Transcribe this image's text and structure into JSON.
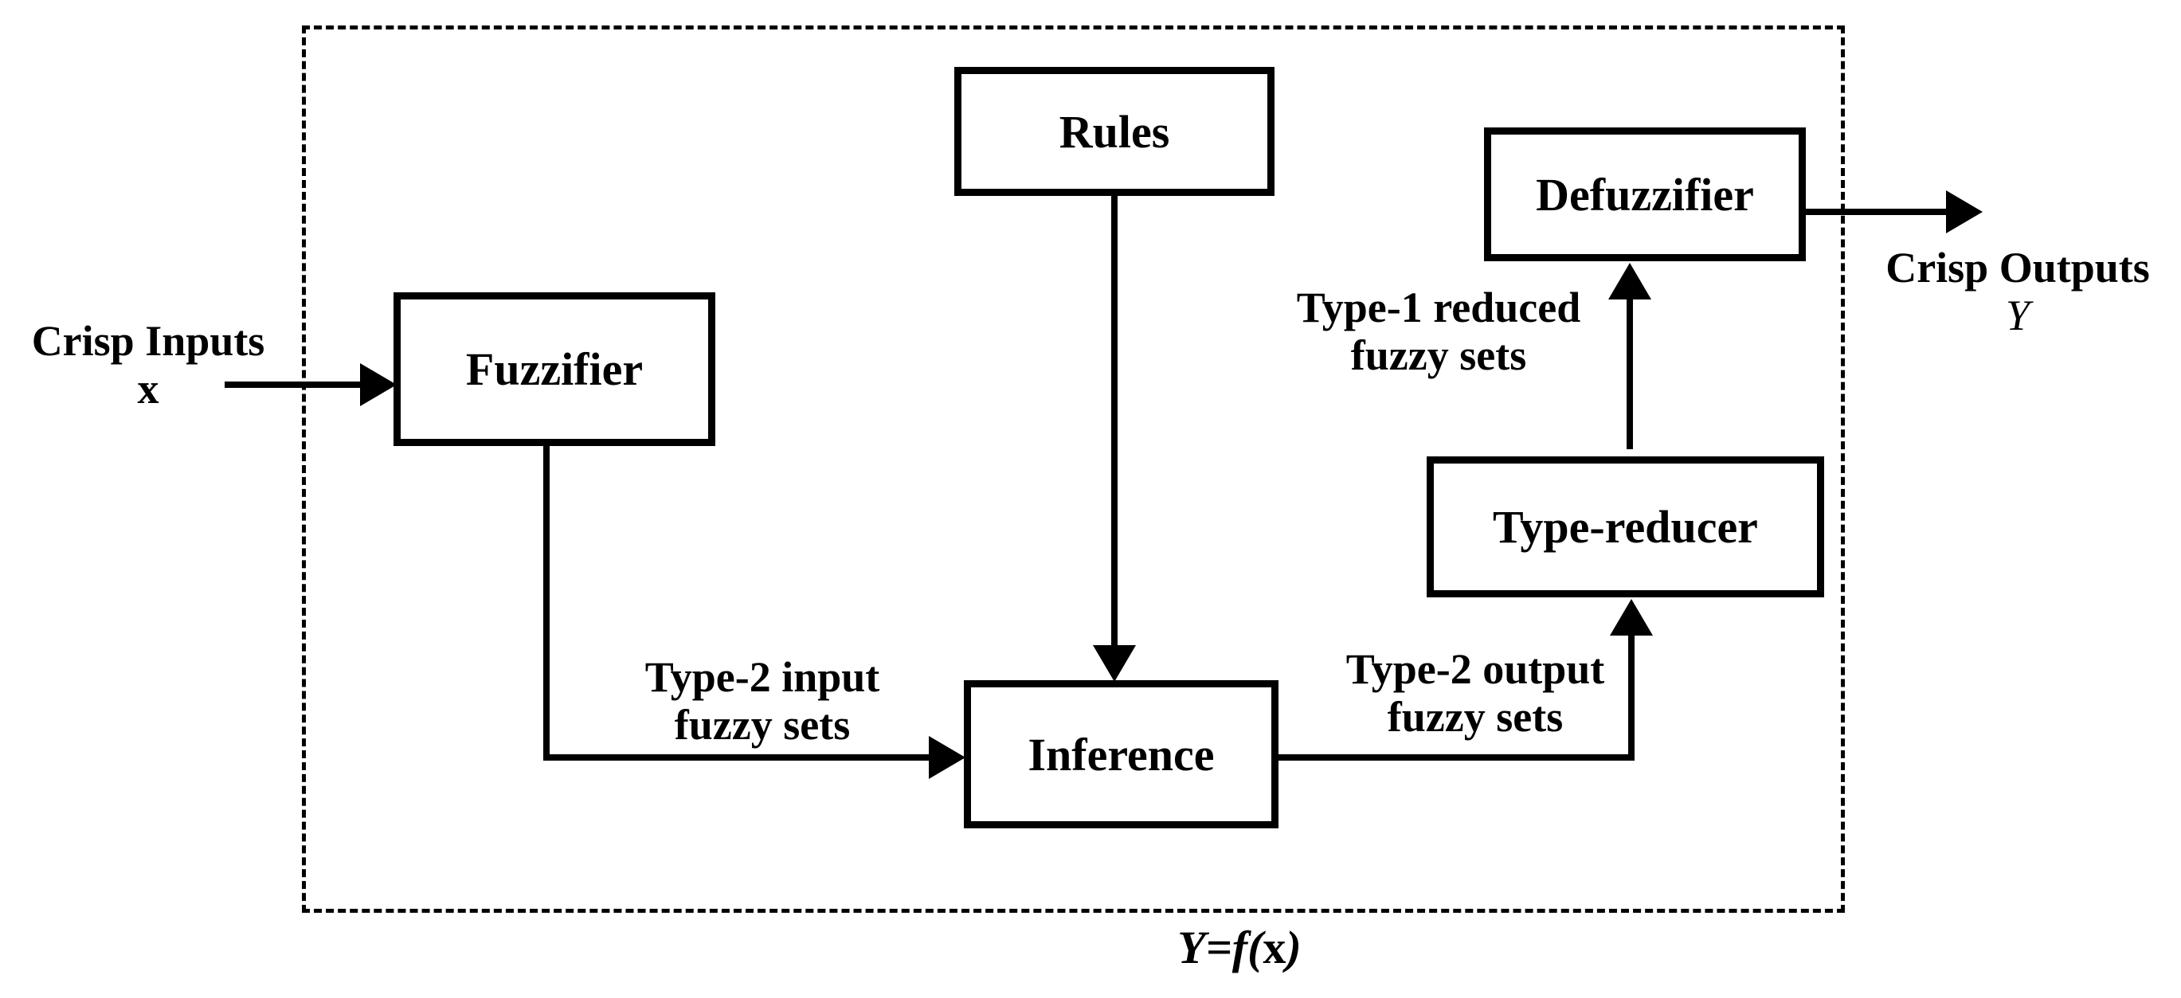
{
  "colors": {
    "ink": "#000000",
    "paper": "#ffffff"
  },
  "nodes": {
    "fuzzifier": "Fuzzifier",
    "rules": "Rules",
    "inference": "Inference",
    "type_reducer": "Type-reducer",
    "defuzzifier": "Defuzzifier"
  },
  "labels": {
    "crisp_inputs": {
      "line1": "Crisp Inputs",
      "line2": "x"
    },
    "crisp_outputs": {
      "line1": "Crisp Outputs",
      "line2": "Y"
    },
    "type2_input": {
      "line1": "Type-2 input",
      "line2": "fuzzy sets"
    },
    "type2_output": {
      "line1": "Type-2 output",
      "line2": "fuzzy sets"
    },
    "type1_reduced": {
      "line1": "Type-1 reduced",
      "line2": "fuzzy sets"
    }
  },
  "caption": {
    "prefix": "Y=f(",
    "x": "x",
    "suffix": ")"
  }
}
